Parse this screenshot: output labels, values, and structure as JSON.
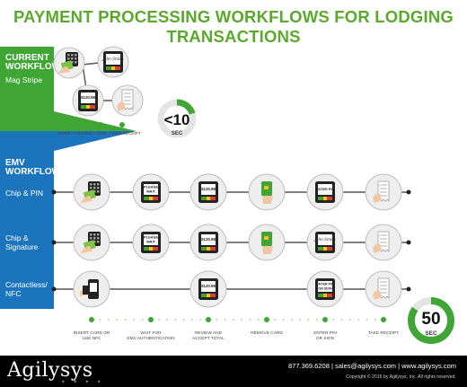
{
  "title": "PAYMENT PROCESSING WORKFLOWS FOR LODGING TRANSACTIONS",
  "colors": {
    "title": "#5ba92c",
    "green": "#3fa535",
    "blue": "#1c75bc",
    "dark": "#222222",
    "line": "#555555",
    "circle_fill": "#e7e7e7",
    "node_bg": "#eeeeee"
  },
  "current": {
    "heading": "CURRENT WORKFLOW:",
    "method": "Mag Stripe",
    "steps": "SWIPE  +  REVIEW  +  SIGN  +  TAKE RECEIPT",
    "timer": {
      "prefix": "<",
      "value": "10",
      "unit": "SEC",
      "fraction": 0.2
    }
  },
  "emv": {
    "heading": "EMV WORKFLOW:",
    "rows": [
      {
        "label": "Chip & PIN",
        "icons": [
          "card-insert-icon",
          "please-wait-screen-icon",
          "amount-review-screen-icon",
          "remove-card-icon",
          "enter-pin-screen-icon",
          "receipt-icon"
        ]
      },
      {
        "label": "Chip & Signature",
        "icons": [
          "card-insert-icon",
          "please-wait-screen-icon",
          "amount-review-screen-icon",
          "remove-card-icon",
          "signature-screen-icon",
          "receipt-icon"
        ]
      },
      {
        "label": "Contactless/ NFC",
        "icons": [
          "contactless-tap-icon",
          "amount-review-screen-icon",
          "pin-or-sign-screen-icon",
          "receipt-icon"
        ]
      }
    ],
    "steps": [
      "INSERT CARD OR USE NFC",
      "WAIT FOR EMV AUTHENTICATION",
      "REVIEW AND ACCEPT TOTAL",
      "REMOVE CARD",
      "ENTER PIN OR SIGN",
      "TAKE RECEIPT"
    ],
    "timer": {
      "value": "50",
      "unit": "SEC",
      "fraction": 0.85
    }
  },
  "screens": {
    "amount": "$120.98",
    "wait": "PLEASE WAIT",
    "pin": "ENTER PIN",
    "pin_or_sign": "ENTER PIN OR SIGN",
    "signature": "John Smith"
  },
  "footer": {
    "logo": "Agilysys",
    "logo_dots": "• • • •",
    "contact": "877.369.6208   |   sales@agilysys.com   |   www.agilysys.com",
    "copyright": "Copyright © 2016 by Agilysys, Inc. All rights reserved."
  }
}
